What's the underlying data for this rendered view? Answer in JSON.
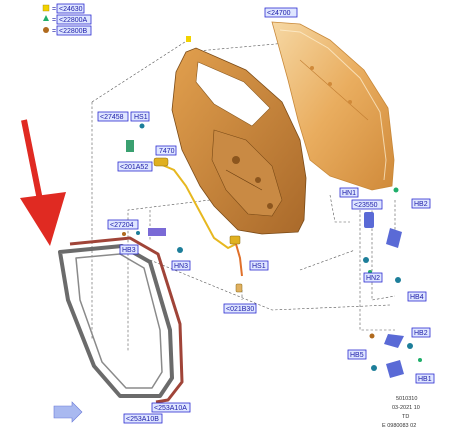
{
  "legend": [
    {
      "code": "<24630",
      "shape": "square",
      "color": "#f2d200"
    },
    {
      "code": "<22800A",
      "shape": "triangle",
      "color": "#1fae6a"
    },
    {
      "code": "<22800B",
      "shape": "circle",
      "color": "#b06a1e"
    }
  ],
  "callouts": {
    "c24700": "<24700",
    "c27458": "<27458",
    "hs1_top": "HS1",
    "c7470": "7470",
    "c201a52": "<201A52",
    "c27204": "<27204",
    "hb3": "HB3",
    "hn3": "HN3",
    "hs1_mid": "HS1",
    "c021b30": "<021B30",
    "hn1": "HN1",
    "c23550": "<23550",
    "hb2_a": "HB2",
    "hn2": "HN2",
    "hb4": "HB4",
    "hb2_b": "HB2",
    "hb5": "HB5",
    "hb1": "HB1",
    "c253a10a": "<253A10A",
    "c253a10b": "<253A10B"
  },
  "meta": {
    "line1": "5010310",
    "line2": "03-2021 10",
    "line3": "TD",
    "line4": "E 0980083 02"
  },
  "colors": {
    "panel_fill": "#e7a85a",
    "panel_dark": "#b9792e",
    "seal_outer": "#6b6b6b",
    "seal_inner": "#a04438",
    "arrow": "#e02a22",
    "callout_fill": "#dfe6ff",
    "callout_stroke": "#2b2bd0",
    "part_blue": "#5a6ad6",
    "part_teal": "#1d7e9a"
  }
}
